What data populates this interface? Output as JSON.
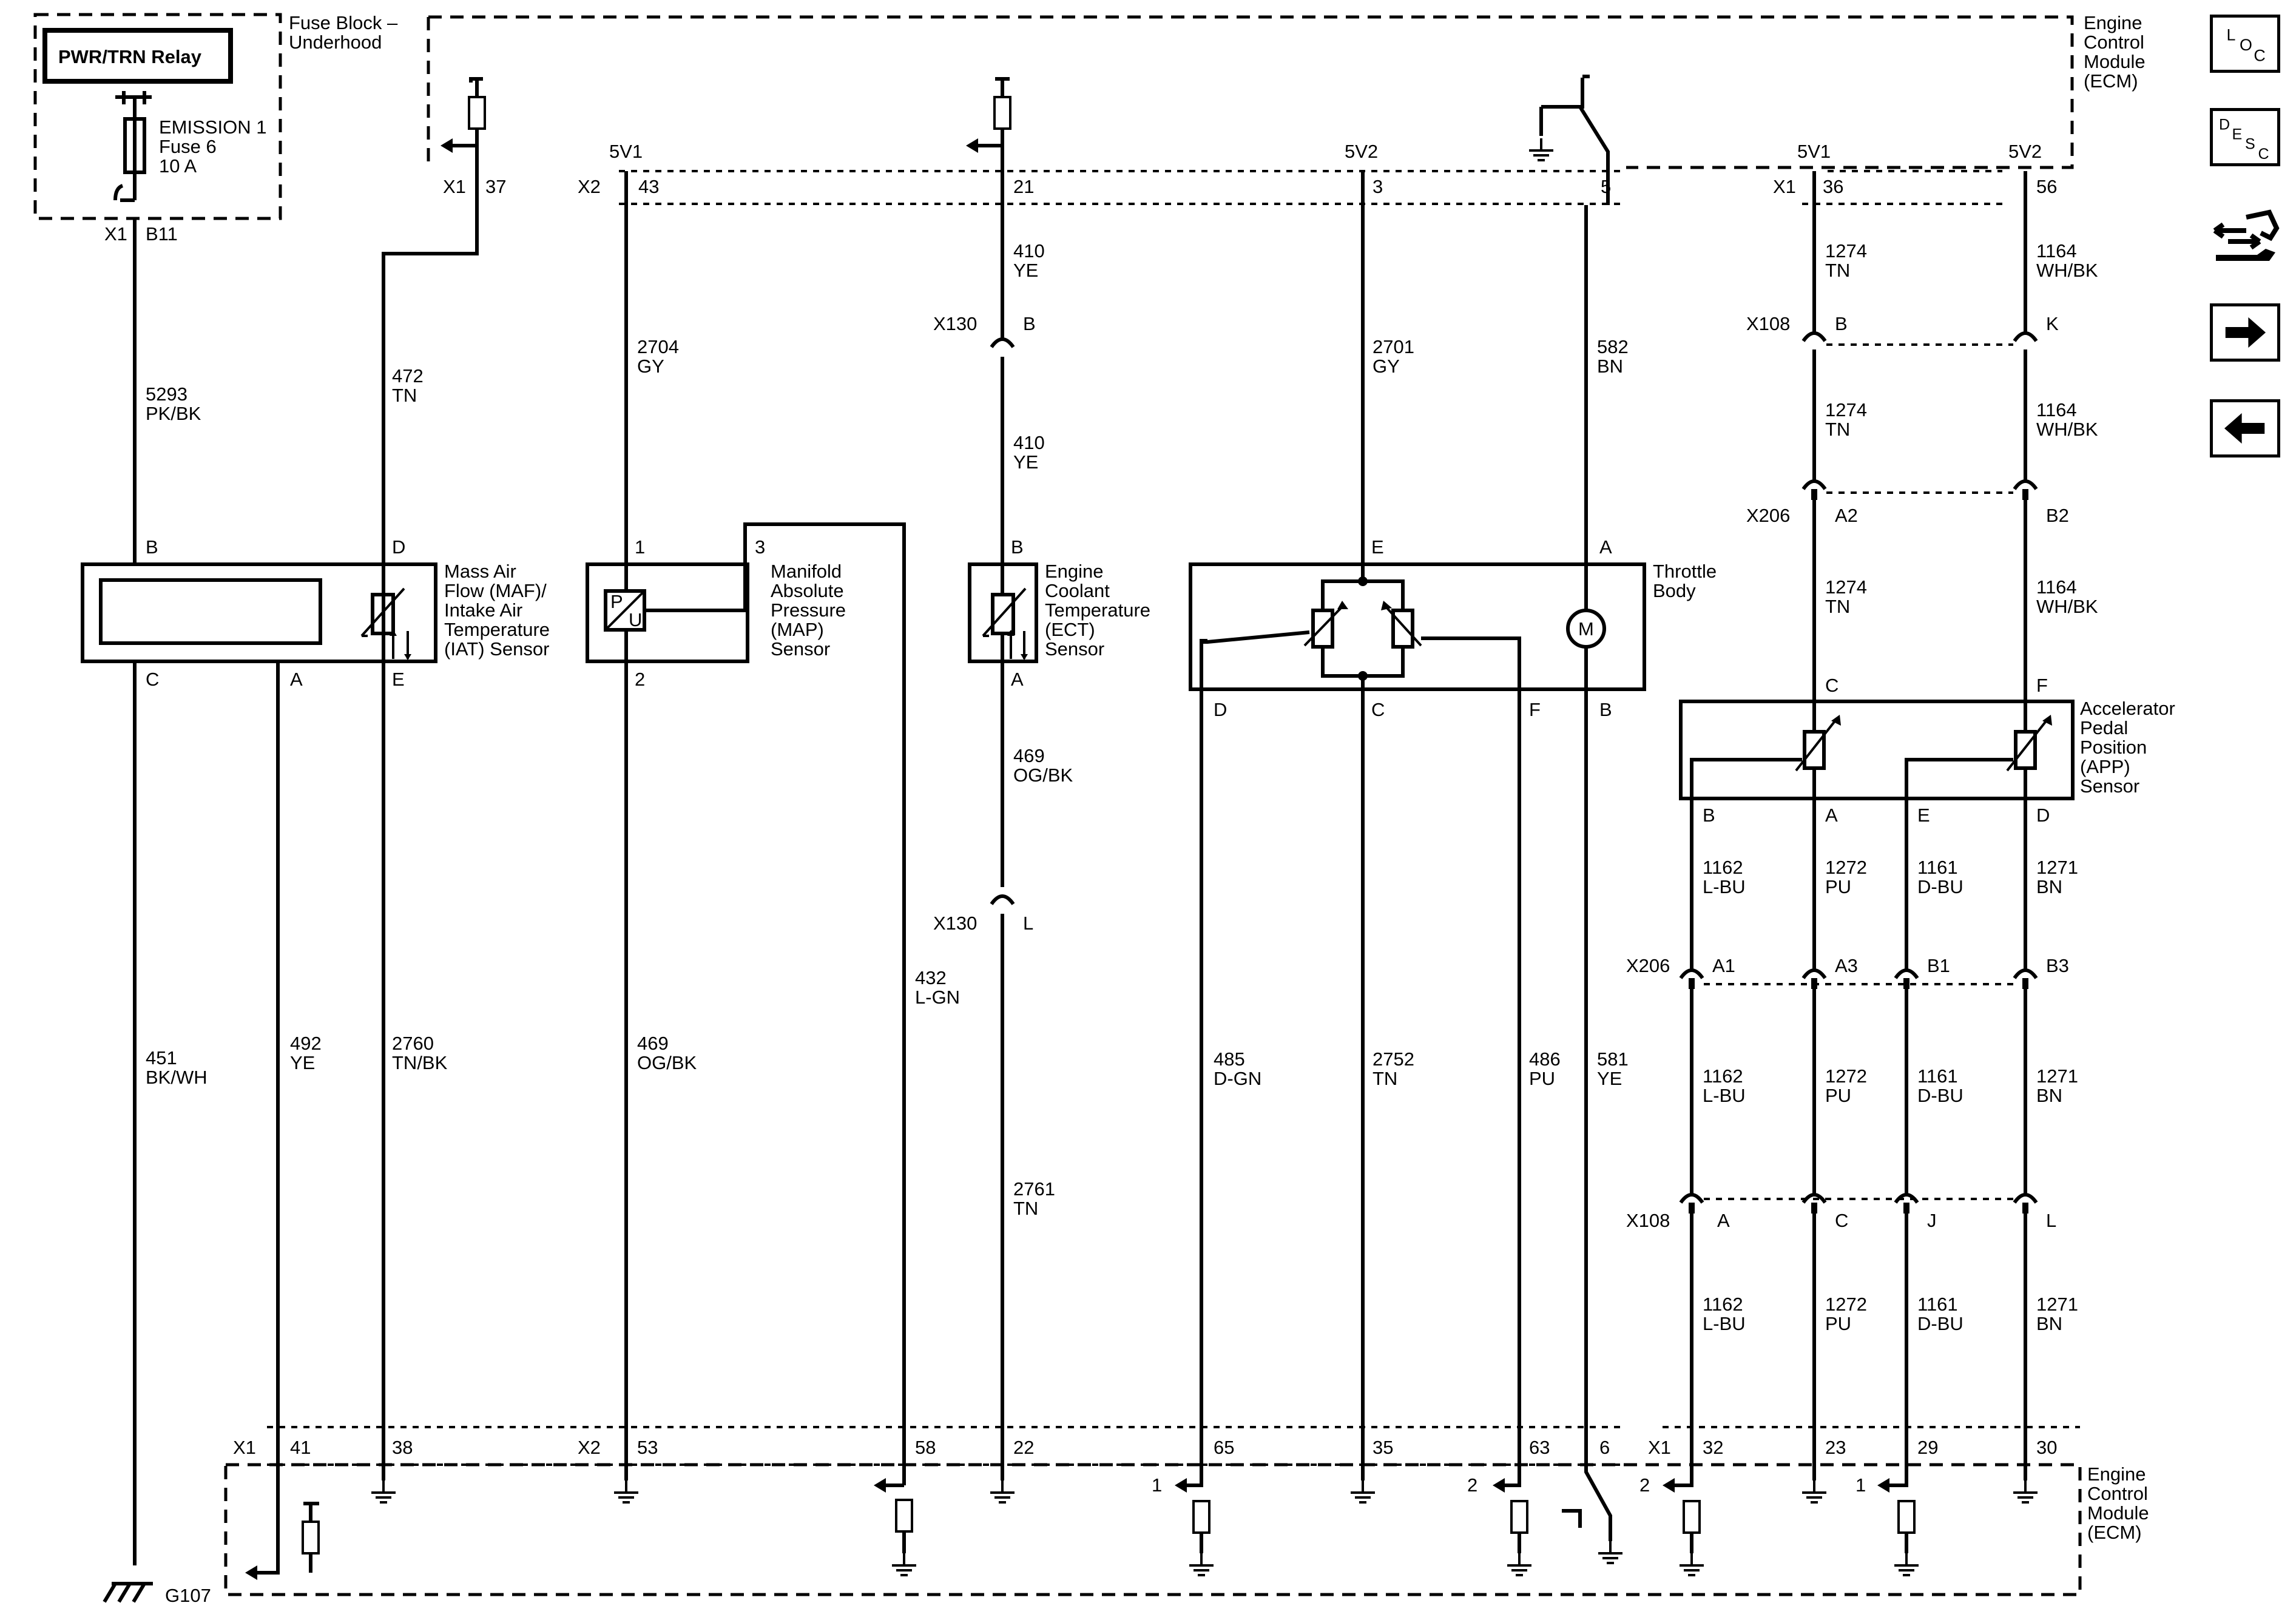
{
  "boxes": {
    "relay_label": "PWR/TRN Relay",
    "fuse_block_l1": "Fuse Block –",
    "fuse_block_l2": "Underhood",
    "fuse_l1": "EMISSION 1",
    "fuse_l2": "Fuse 6",
    "fuse_l3": "10 A",
    "ecm_top_l1": "Engine",
    "ecm_top_l2": "Control",
    "ecm_top_l3": "Module",
    "ecm_top_l4": "(ECM)",
    "ecm_bot_l1": "Engine",
    "ecm_bot_l2": "Control",
    "ecm_bot_l3": "Module",
    "ecm_bot_l4": "(ECM)"
  },
  "refs": {
    "v5_1": "5V1",
    "v5_2": "5V2"
  },
  "connectors": {
    "X1": "X1",
    "X2": "X2",
    "X108": "X108",
    "X130": "X130",
    "X206": "X206",
    "G107": "G107"
  },
  "pins": {
    "B11": "B11",
    "p37": "37",
    "p43": "43",
    "p21": "21",
    "p3": "3",
    "p5": "5",
    "p36": "36",
    "p56": "56",
    "p41": "41",
    "p38": "38",
    "p53": "53",
    "p58": "58",
    "p22": "22",
    "p65": "65",
    "p35": "35",
    "p63": "63",
    "p6": "6",
    "p32": "32",
    "p23": "23",
    "p29": "29",
    "p30": "30",
    "A": "A",
    "B": "B",
    "C": "C",
    "D": "D",
    "E": "E",
    "F": "F",
    "J": "J",
    "K": "K",
    "L": "L",
    "A1": "A1",
    "A2": "A2",
    "A3": "A3",
    "B1": "B1",
    "B2": "B2",
    "B3": "B3",
    "n1": "1",
    "n2": "2",
    "n3": "3"
  },
  "wires": {
    "w5293": "5293",
    "pkbk": "PK/BK",
    "w472": "472",
    "tn": "TN",
    "w2704": "2704",
    "gy": "GY",
    "w410": "410",
    "ye": "YE",
    "w2701": "2701",
    "w582": "582",
    "bn": "BN",
    "w1274": "1274",
    "w1164": "1164",
    "whbk": "WH/BK",
    "w451": "451",
    "bkwh": "BK/WH",
    "w492": "492",
    "w2760": "2760",
    "tnbk": "TN/BK",
    "w469": "469",
    "ogbk": "OG/BK",
    "w432": "432",
    "lgn": "L-GN",
    "w2761": "2761",
    "w485": "485",
    "dgn": "D-GN",
    "w2752": "2752",
    "w486": "486",
    "pu": "PU",
    "w581": "581",
    "w1162": "1162",
    "lbu": "L-BU",
    "w1272": "1272",
    "w1161": "1161",
    "dbu": "D-BU",
    "w1271": "1271"
  },
  "components": {
    "maf_l1": "Mass Air",
    "maf_l2": "Flow (MAF)/",
    "maf_l3": "Intake Air",
    "maf_l4": "Temperature",
    "maf_l5": "(IAT) Sensor",
    "map_l1": "Manifold",
    "map_l2": "Absolute",
    "map_l3": "Pressure",
    "map_l4": "(MAP)",
    "map_l5": "Sensor",
    "map_p": "P",
    "map_u": "U",
    "ect_l1": "Engine",
    "ect_l2": "Coolant",
    "ect_l3": "Temperature",
    "ect_l4": "(ECT)",
    "ect_l5": "Sensor",
    "tb_l1": "Throttle",
    "tb_l2": "Body",
    "motor_m": "M",
    "app_l1": "Accelerator",
    "app_l2": "Pedal",
    "app_l3": "Position",
    "app_l4": "(APP)",
    "app_l5": "Sensor"
  },
  "sidebar": {
    "loc": {
      "a": "L",
      "b": "O",
      "c": "C"
    },
    "desc": {
      "a": "D",
      "b": "E",
      "c": "S",
      "d": "C"
    }
  }
}
